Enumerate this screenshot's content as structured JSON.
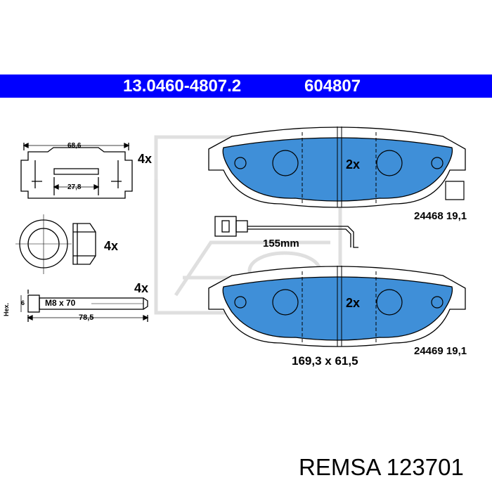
{
  "header": {
    "part_number": "13.0460-4807.2",
    "ref_number": "604807",
    "background_color": "#0000ff",
    "text_color": "#ffffff"
  },
  "pad_color": "#3f8fd8",
  "clip": {
    "width_dim": "68,6",
    "inner_dim": "27,8",
    "quantity": "4x"
  },
  "bushing": {
    "quantity": "4x"
  },
  "bolt": {
    "size": "M8 x 70",
    "hex": "Hex.",
    "hex_size": "6",
    "length": "78,5",
    "quantity": "4x"
  },
  "pads": {
    "upper": {
      "quantity": "2x",
      "code": "24468 19,1"
    },
    "lower": {
      "quantity": "2x",
      "code": "24469 19,1"
    },
    "dimensions": "169,3 x 61,5"
  },
  "sensor": {
    "length": "155mm"
  },
  "footer": {
    "brand": "REMSA 123701"
  }
}
